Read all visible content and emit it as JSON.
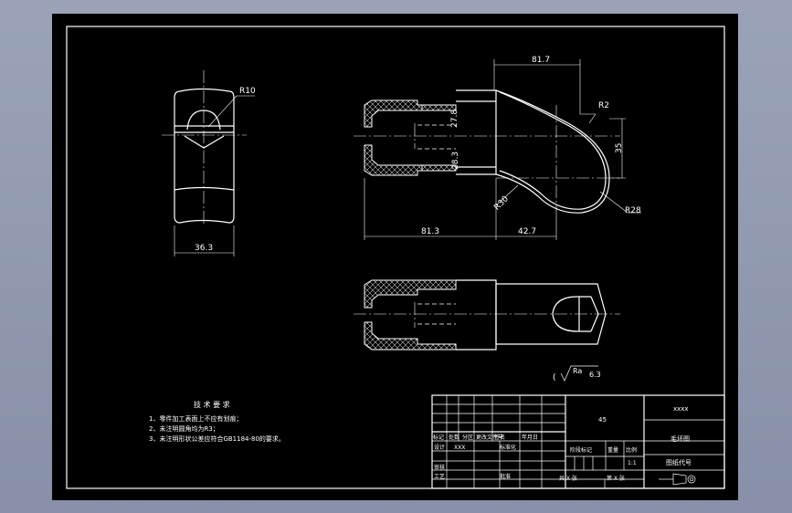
{
  "drawing": {
    "dimensions": {
      "top_width": "81.7",
      "radius_small": "R2",
      "height_right": "35",
      "radius_large": "R28",
      "radius_mid": "R30",
      "bore_upper": "27.8",
      "bore_lower": "28.3",
      "length_left": "81.3",
      "length_right": "42.7",
      "side_radius": "R10",
      "side_width": "36.3"
    },
    "roughness": {
      "prefix": "(",
      "symbol": "Ra",
      "value": "6.3"
    }
  },
  "notes": {
    "title": "技 术 要 求",
    "lines": [
      "1、零件加工表面上不应有划痕；",
      "2、未注明圆角均为R3；",
      "3、未注明形状公差应符合GB1184-80的要求。"
    ]
  },
  "title_block": {
    "material": "45",
    "company": "xxxx",
    "part_name": "毛坯图",
    "drawing_no_label": "图纸代号",
    "labels": {
      "mark": "标记",
      "count": "处数",
      "zone": "分区",
      "change_doc": "更改文件号",
      "signature": "签名",
      "date": "年月日",
      "designer": "设计",
      "designer_name": "XXX",
      "standardize": "标准化",
      "stage_mark": "阶段标记",
      "weight": "重量",
      "scale": "比例",
      "review": "审核",
      "process": "工艺",
      "approve": "批准",
      "sheets_total": "共 X 张",
      "sheet_no": "第 X 张",
      "scale_value": "1:1"
    }
  }
}
